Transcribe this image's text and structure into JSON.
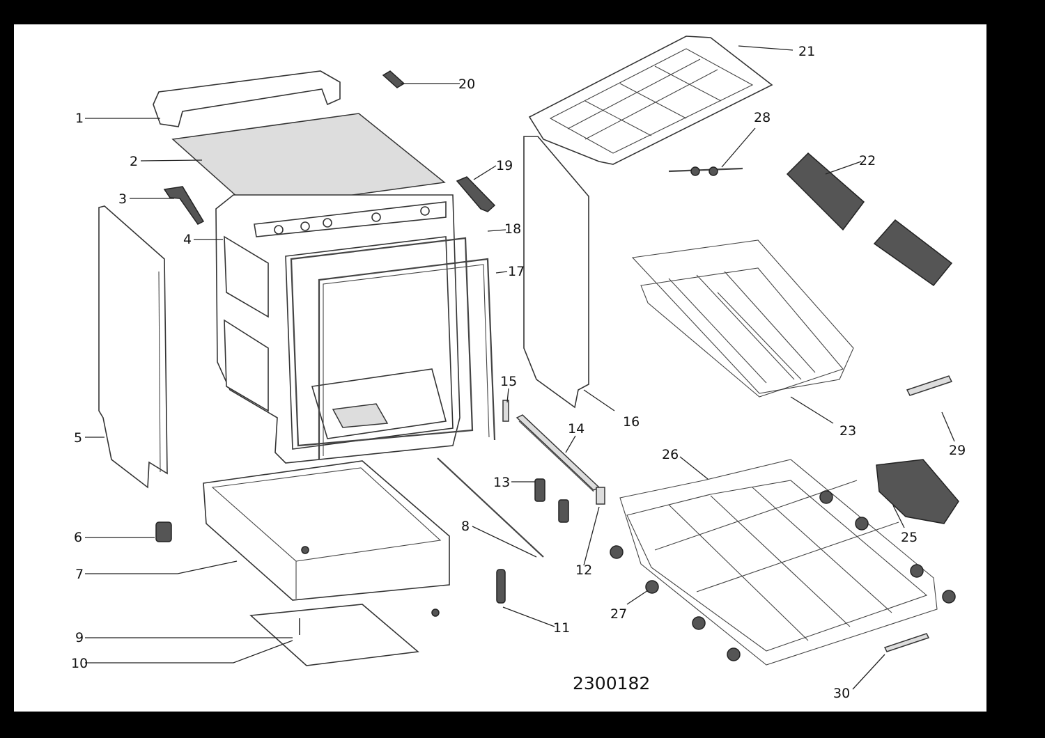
{
  "diagram": {
    "drawing_code": "2300182",
    "callouts": [
      "1",
      "2",
      "3",
      "4",
      "5",
      "6",
      "7",
      "8",
      "9",
      "10",
      "11",
      "12",
      "13",
      "14",
      "15",
      "16",
      "17",
      "18",
      "19",
      "20",
      "21",
      "22",
      "23",
      "25",
      "26",
      "27",
      "28",
      "29",
      "30"
    ]
  }
}
